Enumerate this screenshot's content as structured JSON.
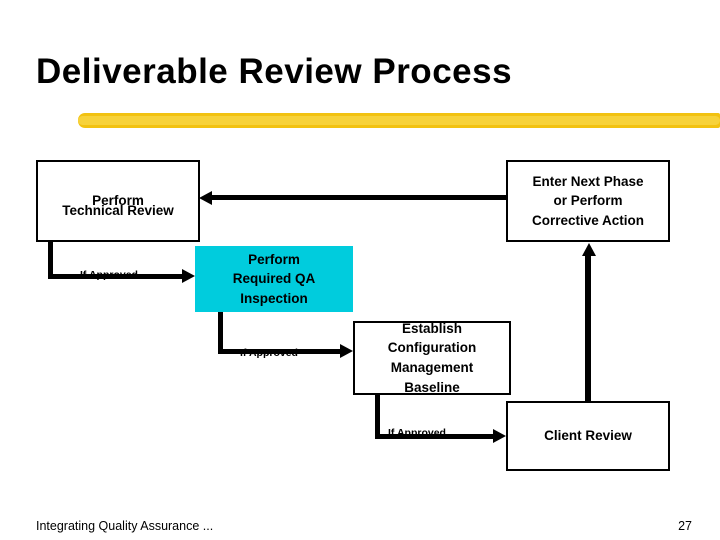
{
  "slide": {
    "title": "Deliverable Review Process",
    "accent_color": "#f2c211",
    "highlight_color": "#00ccdd"
  },
  "diagram": {
    "type": "flowchart",
    "boxes": [
      {
        "id": "technical-review",
        "label": "Perform\nTechnical Review",
        "lines": [
          "Perform",
          "Technical Review"
        ],
        "filled": false
      },
      {
        "id": "next-phase",
        "label": "Enter Next Phase or Perform Corrective Action",
        "lines": [
          "Enter Next Phase",
          "or Perform",
          "Corrective Action"
        ],
        "filled": false
      },
      {
        "id": "qa-inspection",
        "label": "Perform Required QA Inspection",
        "lines": [
          "Perform",
          "Required QA",
          "Inspection"
        ],
        "filled": true
      },
      {
        "id": "config-baseline",
        "label": "Establish Configuration Management Baseline",
        "lines": [
          "Establish",
          "Configuration",
          "Management",
          "Baseline"
        ],
        "filled": false
      },
      {
        "id": "client-review",
        "label": "Client Review",
        "lines": [
          "Client Review"
        ],
        "filled": false
      }
    ],
    "edge_labels": {
      "approved_1": "If Approved",
      "approved_2": "If Approved",
      "approved_3": "If Approved"
    },
    "edges": [
      {
        "from": "technical-review",
        "to": "qa-inspection",
        "label": "If Approved"
      },
      {
        "from": "qa-inspection",
        "to": "config-baseline",
        "label": "If Approved"
      },
      {
        "from": "config-baseline",
        "to": "client-review",
        "label": "If Approved"
      },
      {
        "from": "client-review",
        "to": "next-phase",
        "label": ""
      },
      {
        "from": "next-phase",
        "to": "technical-review",
        "label": ""
      }
    ]
  },
  "footer": {
    "text": "Integrating Quality Assurance ...",
    "page_number": "27"
  }
}
